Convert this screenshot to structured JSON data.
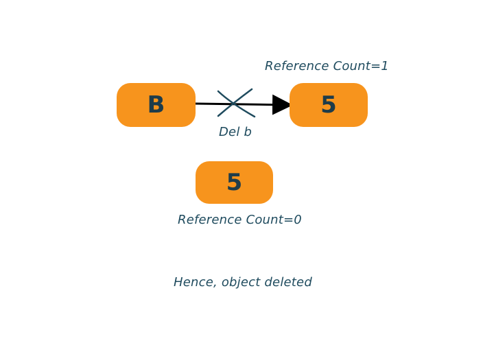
{
  "colors": {
    "node_fill": "#f7941d",
    "node_text": "#1e3c4a",
    "label_text": "#1f4b5e",
    "arrow": "#000000",
    "cross": "#1f4b5e"
  },
  "nodes": {
    "variable_b": {
      "text": "B"
    },
    "object_top": {
      "text": "5"
    },
    "object_bottom": {
      "text": "5"
    }
  },
  "labels": {
    "ref_count_top": "Reference Count=1",
    "delete_statement": "Del b",
    "ref_count_bottom": "Reference Count=0",
    "conclusion": "Hence, object deleted"
  },
  "icons": {
    "reference_removed": "cross-icon"
  }
}
